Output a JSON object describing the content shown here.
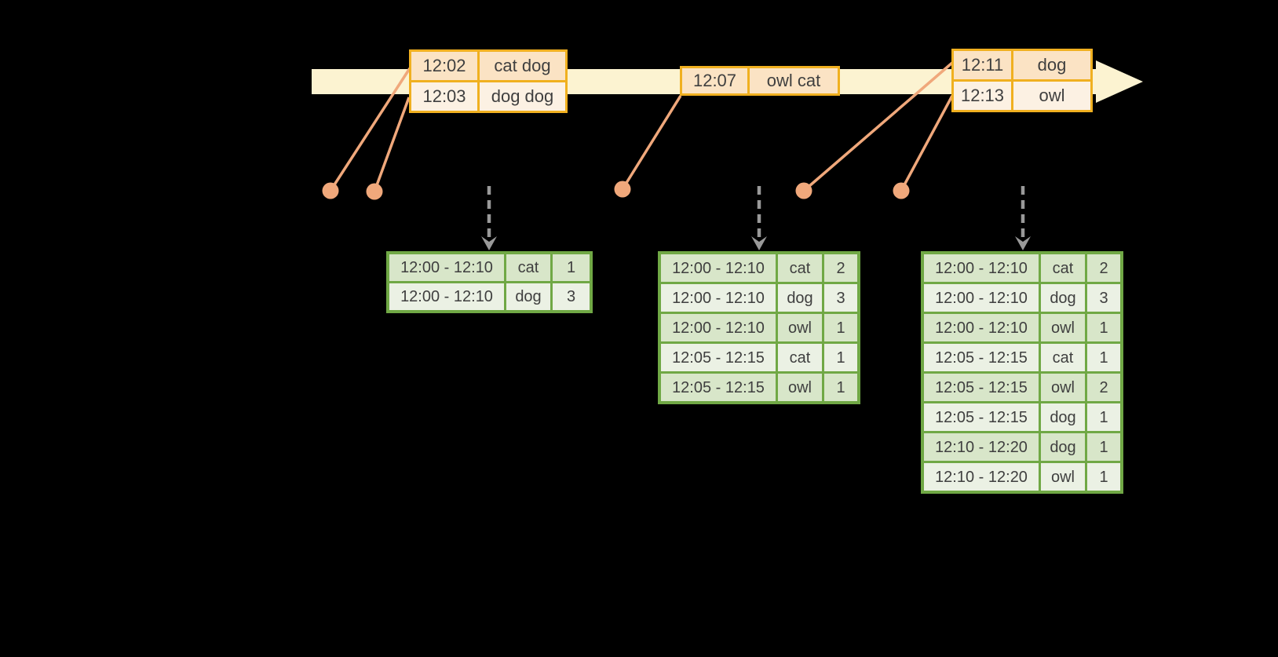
{
  "colors": {
    "background": "#000000",
    "timeline_fill": "#FCF3D1",
    "event_border": "#F0B020",
    "event_row_peach": "#FBE3C4",
    "event_row_cream": "#FCF1E3",
    "result_border": "#70A845",
    "result_row_tint": "#D8E6C9",
    "result_row_light": "#EBF1E4",
    "connector": "#F0A87B",
    "trigger_arrow": "#999999",
    "text": "#3F3F3F"
  },
  "event_tables": [
    {
      "rows": [
        {
          "time": "12:02",
          "words": "cat dog"
        },
        {
          "time": "12:03",
          "words": "dog dog"
        }
      ]
    },
    {
      "rows": [
        {
          "time": "12:07",
          "words": "owl cat"
        }
      ]
    },
    {
      "rows": [
        {
          "time": "12:11",
          "words": "dog"
        },
        {
          "time": "12:13",
          "words": "owl"
        }
      ]
    }
  ],
  "result_tables": [
    {
      "rows": [
        {
          "window": "12:00 - 12:10",
          "word": "cat",
          "count": "1"
        },
        {
          "window": "12:00 - 12:10",
          "word": "dog",
          "count": "3"
        }
      ]
    },
    {
      "rows": [
        {
          "window": "12:00 - 12:10",
          "word": "cat",
          "count": "2"
        },
        {
          "window": "12:00 - 12:10",
          "word": "dog",
          "count": "3"
        },
        {
          "window": "12:00 - 12:10",
          "word": "owl",
          "count": "1"
        },
        {
          "window": "12:05 - 12:15",
          "word": "cat",
          "count": "1"
        },
        {
          "window": "12:05 - 12:15",
          "word": "owl",
          "count": "1"
        }
      ]
    },
    {
      "rows": [
        {
          "window": "12:00 - 12:10",
          "word": "cat",
          "count": "2"
        },
        {
          "window": "12:00 - 12:10",
          "word": "dog",
          "count": "3"
        },
        {
          "window": "12:00 - 12:10",
          "word": "owl",
          "count": "1"
        },
        {
          "window": "12:05 - 12:15",
          "word": "cat",
          "count": "1"
        },
        {
          "window": "12:05 - 12:15",
          "word": "owl",
          "count": "2"
        },
        {
          "window": "12:05 - 12:15",
          "word": "dog",
          "count": "1"
        },
        {
          "window": "12:10 - 12:20",
          "word": "dog",
          "count": "1"
        },
        {
          "window": "12:10 - 12:20",
          "word": "owl",
          "count": "1"
        }
      ]
    }
  ]
}
